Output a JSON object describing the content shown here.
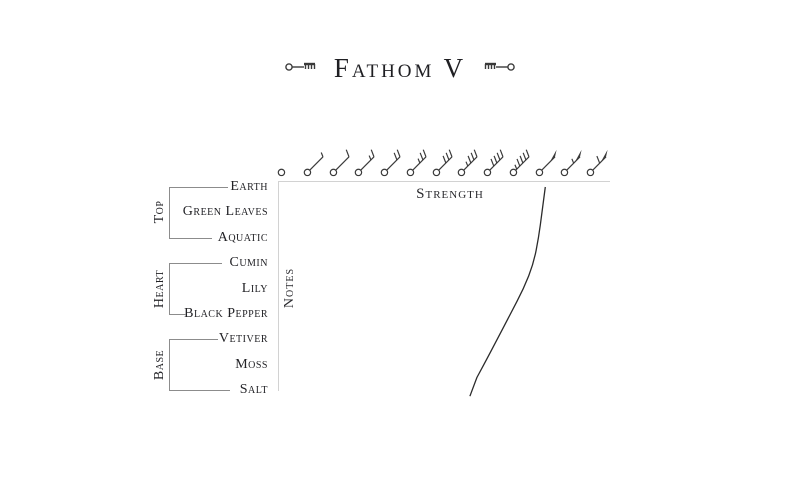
{
  "title": {
    "text": "Fathom V"
  },
  "ornaments": {
    "left": "key-flourish-left",
    "right": "key-flourish-right"
  },
  "axes": {
    "x_label": "Strength",
    "y_label": "Notes"
  },
  "groups": [
    {
      "label": "Top",
      "notes": [
        "Earth",
        "Green Leaves",
        "Aquatic"
      ]
    },
    {
      "label": "Heart",
      "notes": [
        "Cumin",
        "Lily",
        "Black Pepper"
      ]
    },
    {
      "label": "Base",
      "notes": [
        "Vetiver",
        "Moss",
        "Salt"
      ]
    }
  ],
  "strength_ticks": [
    {
      "level": 1,
      "symbol": "wind-barb-calm",
      "calm": true,
      "pennants": 0,
      "barbs": 0,
      "half": false
    },
    {
      "level": 2,
      "symbol": "wind-barb-half",
      "calm": false,
      "pennants": 0,
      "barbs": 0,
      "half": true
    },
    {
      "level": 3,
      "symbol": "wind-barb-1",
      "calm": false,
      "pennants": 0,
      "barbs": 1,
      "half": false
    },
    {
      "level": 4,
      "symbol": "wind-barb-1-half",
      "calm": false,
      "pennants": 0,
      "barbs": 1,
      "half": true
    },
    {
      "level": 5,
      "symbol": "wind-barb-2",
      "calm": false,
      "pennants": 0,
      "barbs": 2,
      "half": false
    },
    {
      "level": 6,
      "symbol": "wind-barb-2-half",
      "calm": false,
      "pennants": 0,
      "barbs": 2,
      "half": true
    },
    {
      "level": 7,
      "symbol": "wind-barb-3",
      "calm": false,
      "pennants": 0,
      "barbs": 3,
      "half": false
    },
    {
      "level": 8,
      "symbol": "wind-barb-3-half",
      "calm": false,
      "pennants": 0,
      "barbs": 3,
      "half": true
    },
    {
      "level": 9,
      "symbol": "wind-barb-4",
      "calm": false,
      "pennants": 0,
      "barbs": 4,
      "half": false
    },
    {
      "level": 10,
      "symbol": "wind-barb-4-half",
      "calm": false,
      "pennants": 0,
      "barbs": 4,
      "half": true
    },
    {
      "level": 11,
      "symbol": "wind-barb-pennant",
      "calm": false,
      "pennants": 1,
      "barbs": 0,
      "half": false
    },
    {
      "level": 12,
      "symbol": "wind-barb-pennant-half",
      "calm": false,
      "pennants": 1,
      "barbs": 0,
      "half": true
    },
    {
      "level": 13,
      "symbol": "wind-barb-pennant-1",
      "calm": false,
      "pennants": 1,
      "barbs": 1,
      "half": false
    }
  ],
  "chart_data": {
    "type": "line",
    "title": "Fathom V",
    "xlabel": "Strength",
    "ylabel": "Notes",
    "x_ticks": "13 wind-barb strength symbols (calm to pennant)",
    "categories": [
      "Earth",
      "Green Leaves",
      "Aquatic",
      "Cumin",
      "Lily",
      "Black Pepper",
      "Vetiver",
      "Moss",
      "Salt"
    ],
    "series": [
      {
        "name": "strength",
        "values": [
          0.805,
          0.795,
          0.785,
          0.77,
          0.74,
          0.7,
          0.66,
          0.62,
          0.578
        ]
      }
    ],
    "xlim": [
      0,
      1
    ],
    "grid": false,
    "legend": false
  },
  "colors": {
    "text": "#26262a",
    "axis": "#d2d2d2",
    "bracket": "#8c8c8c",
    "curve": "#2b2b2b",
    "icon": "#3a3a3a"
  }
}
